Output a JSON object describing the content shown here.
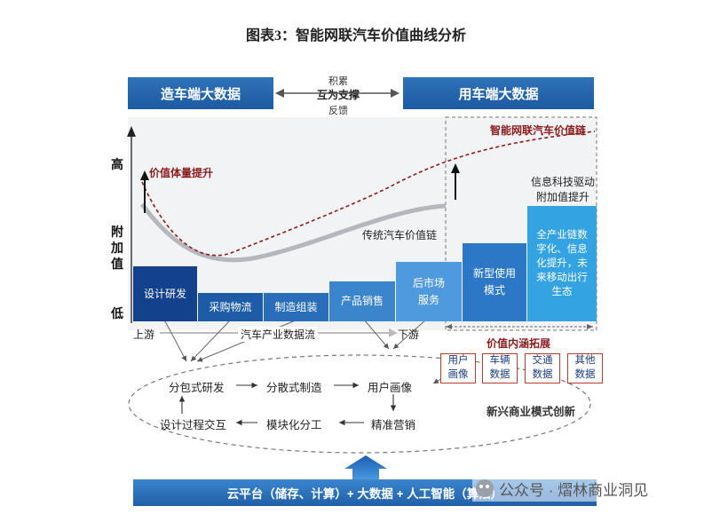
{
  "title": "图表3：智能网联汽车价值曲线分析",
  "top": {
    "left_bar": "造车端大数据",
    "right_bar": "用车端大数据",
    "arrow_top": "积累",
    "arrow_mid": "互为支撑",
    "arrow_bottom": "反馈"
  },
  "curve_labels": {
    "smart_chain": "智能网联汽车价值链",
    "traditional_chain": "传统汽车价值链",
    "value_boost": "价值体量提升",
    "it_driven": [
      "信息科技驱动",
      "附加值提升"
    ]
  },
  "y_axis": {
    "high": "高",
    "mid": [
      "附",
      "加",
      "值"
    ],
    "low": "低"
  },
  "stages": [
    {
      "label": [
        "设计研发"
      ],
      "color": "#14418b"
    },
    {
      "label": [
        "采购物流"
      ],
      "color": "#1e5ca8"
    },
    {
      "label": [
        "制造组装"
      ],
      "color": "#2a6db8"
    },
    {
      "label": [
        "产品销售"
      ],
      "color": "#3b85cc"
    },
    {
      "label": [
        "后市场",
        "服务"
      ],
      "color": "#4f9ade"
    },
    {
      "label": [
        "新型使用",
        "模式"
      ],
      "color": "#2c78c7"
    },
    {
      "label": [
        "全产业链数",
        "字化、信息",
        "化提升，未",
        "来移动出行",
        "生态"
      ],
      "color": "#34a3e2"
    }
  ],
  "flow": {
    "upstream": "上游",
    "mid": "汽车产业数据流",
    "downstream": "下游"
  },
  "extension": {
    "label": "价值内涵拓展",
    "boxes": [
      [
        "用户",
        "画像"
      ],
      [
        "车辆",
        "数据"
      ],
      [
        "交通",
        "数据"
      ],
      [
        "其他",
        "数据"
      ]
    ]
  },
  "ellipse": {
    "nodes": {
      "n1": "分包式研发",
      "n2": "分散式制造",
      "n3": "用户画像",
      "n4": "精准营销",
      "n5": "模块化分工",
      "n6": "设计过程交互"
    },
    "side_label": "新兴商业模式创新"
  },
  "bottom": "云平台（储存、计算）+ 大数据 + 人工智能（算法）",
  "watermark": "公众号 · 熠林商业洞见",
  "colors": {
    "primary_blue": "#1d5aa3",
    "accent_red": "#8c1c1c"
  }
}
